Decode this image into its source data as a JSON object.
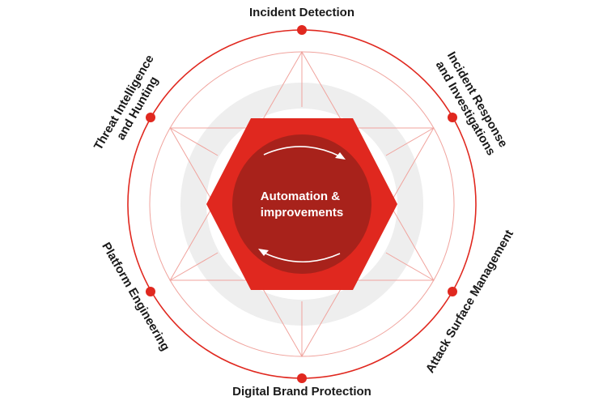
{
  "diagram": {
    "center_label": [
      "Automation &",
      "improvements"
    ],
    "segments": [
      {
        "id": "incident-detection",
        "lines": [
          "Incident Detection"
        ]
      },
      {
        "id": "incident-response",
        "lines": [
          "Incident Response",
          "and Investigations"
        ]
      },
      {
        "id": "attack-surface-management",
        "lines": [
          "Attack Surface Management"
        ]
      },
      {
        "id": "digital-brand-protection",
        "lines": [
          "Digital Brand Protection"
        ]
      },
      {
        "id": "platform-engineering",
        "lines": [
          "Platform Engineering"
        ]
      },
      {
        "id": "threat-intelligence",
        "lines": [
          "Threat Intelligence",
          "and Hunting"
        ]
      }
    ]
  },
  "colors": {
    "accent": "#e0281f",
    "accent_dark": "#a8221b",
    "line_light": "#f0a39d",
    "halo": "#eeeeee",
    "label_text": "#1a1a1a",
    "center_text": "#ffffff"
  }
}
